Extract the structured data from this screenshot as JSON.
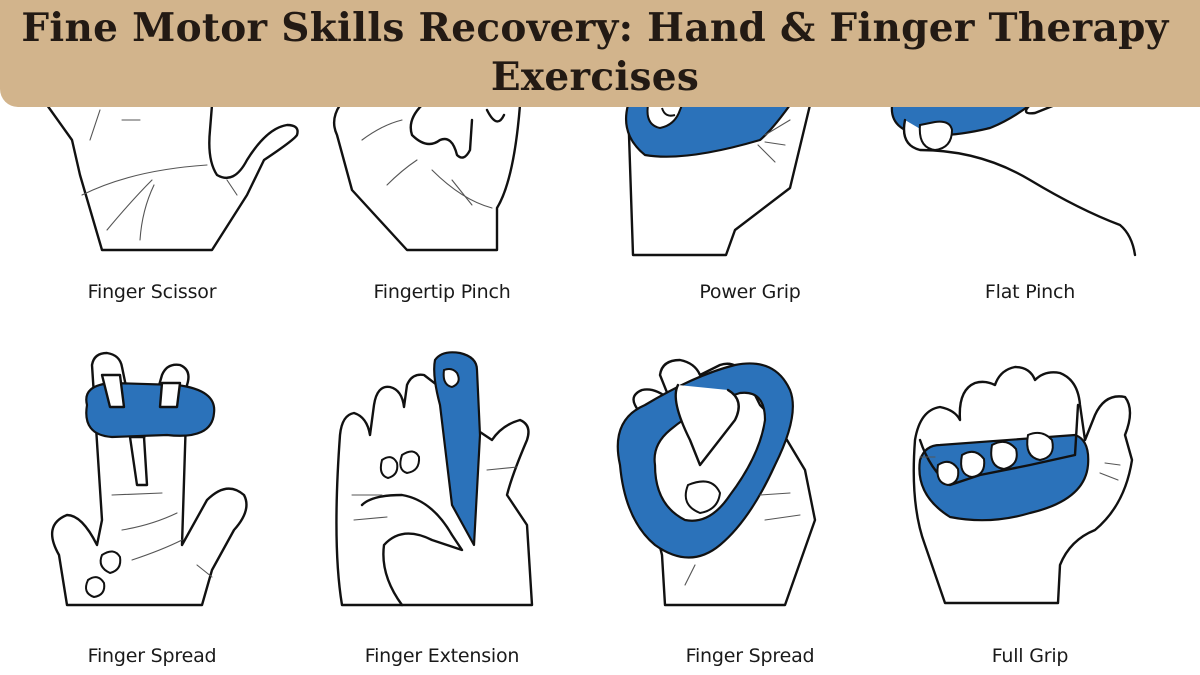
{
  "banner": {
    "title": "Fine Motor Skills Recovery: Hand & Finger Therapy Exercises",
    "background_color": "#D2B48C",
    "text_color": "#231A14"
  },
  "accent_color": "#2B72BA",
  "exercises": [
    {
      "label": "Finger Scissor",
      "row": 1,
      "col": 1,
      "has_putty": false
    },
    {
      "label": "Fingertip Pinch",
      "row": 1,
      "col": 2,
      "has_putty": false
    },
    {
      "label": "Power Grip",
      "row": 1,
      "col": 3,
      "has_putty": true
    },
    {
      "label": "Flat Pinch",
      "row": 1,
      "col": 4,
      "has_putty": true
    },
    {
      "label": "Finger Spread",
      "row": 2,
      "col": 1,
      "has_putty": true
    },
    {
      "label": "Finger Extension",
      "row": 2,
      "col": 2,
      "has_putty": true
    },
    {
      "label": "Finger Spread",
      "row": 2,
      "col": 3,
      "has_putty": true
    },
    {
      "label": "Full Grip",
      "row": 2,
      "col": 4,
      "has_putty": true
    }
  ]
}
